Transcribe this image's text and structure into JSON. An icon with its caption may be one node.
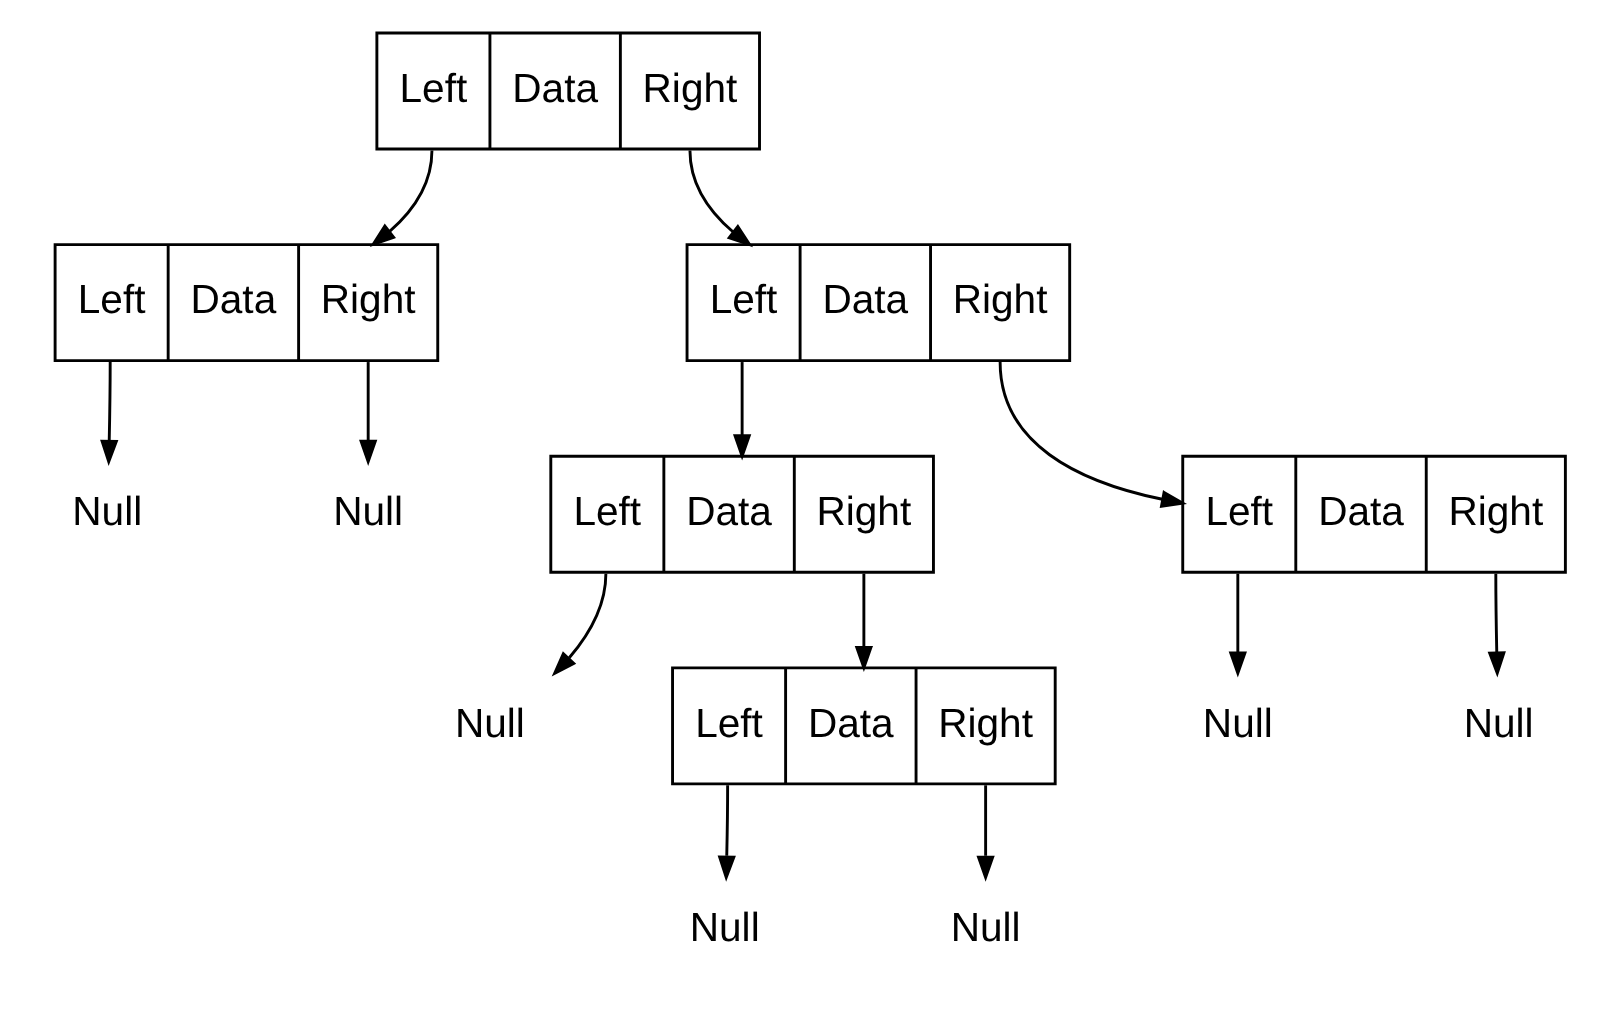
{
  "diagram": {
    "nodes": [
      {
        "text": [
          "Left",
          "Data",
          "Right"
        ]
      },
      {
        "text": [
          "Left",
          "Data",
          "Right"
        ]
      },
      {
        "text": [
          "Left",
          "Data",
          "Right"
        ]
      },
      {
        "text": [
          "Null"
        ]
      },
      {
        "text": [
          "Null"
        ]
      },
      {
        "text": [
          "Left",
          "Data",
          "Right"
        ]
      },
      {
        "text": [
          "Left",
          "Data",
          "Right"
        ]
      },
      {
        "text": [
          "Null"
        ]
      },
      {
        "text": [
          "Left",
          "Data",
          "Right"
        ]
      },
      {
        "text": [
          "Null"
        ]
      },
      {
        "text": [
          "Null"
        ]
      },
      {
        "text": [
          "Null"
        ]
      },
      {
        "text": [
          "Null"
        ]
      }
    ],
    "edges": [
      {
        "from": 0,
        "to": 1,
        "arrow": "to"
      },
      {
        "from": 0,
        "to": 2,
        "arrow": "to"
      },
      {
        "from": 1,
        "to": 3,
        "arrow": "to"
      },
      {
        "from": 1,
        "to": 4,
        "arrow": "to"
      },
      {
        "from": 2,
        "to": 5,
        "arrow": "to"
      },
      {
        "from": 2,
        "to": 6,
        "arrow": "to"
      },
      {
        "from": 5,
        "to": 7,
        "arrow": "to"
      },
      {
        "from": 5,
        "to": 8,
        "arrow": "to"
      },
      {
        "from": 6,
        "to": 9,
        "arrow": "to"
      },
      {
        "from": 6,
        "to": 10,
        "arrow": "to"
      },
      {
        "from": 8,
        "to": 11,
        "arrow": "to"
      },
      {
        "from": 8,
        "to": 12,
        "arrow": "to"
      }
    ]
  }
}
